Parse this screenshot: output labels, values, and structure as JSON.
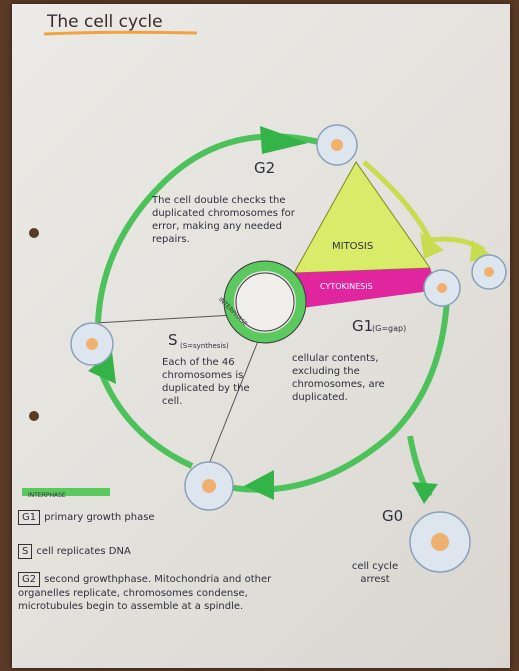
{
  "title": "The cell cycle",
  "phases": {
    "g2_label": "G2",
    "g2_text": "The cell double checks the duplicated chromosomes for error, making any needed repairs.",
    "mitosis": "MITOSIS",
    "cytokinesis": "CYTOKINESIS",
    "g1_label": "G1",
    "g1_note": "(G=gap)",
    "g1_text": "cellular contents, excluding the chromosomes, are duplicated.",
    "s_label": "S",
    "s_note": "(S=synthesis)",
    "s_text": "Each of the 46 chromosomes is duplicated by the cell.",
    "interphase": "INTERPHASE",
    "g0_label": "G0",
    "g0_text": "cell cycle arrest"
  },
  "legend": {
    "header": "INTERPHASE",
    "g1_key": "G1",
    "g1_text": "primary growth phase",
    "s_key": "S",
    "s_text": "cell replicates DNA",
    "g2_key": "G2",
    "g2_text": "second growthphase. Mitochondria and other organelles replicate, chromosomes condense, microtubules begin to assemble at a spindle."
  },
  "colors": {
    "arrow_green": "#4dc25a",
    "mitosis_yellow": "#d8ec6a",
    "cytokinesis_pink": "#e0259f",
    "interphase_ring": "#5cc95e",
    "title_underline": "#f2a243"
  }
}
